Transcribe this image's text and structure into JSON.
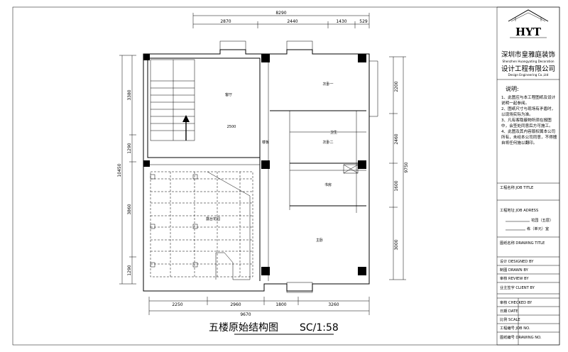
{
  "drawing": {
    "title": "五楼原始结构图",
    "scale": "SC/1:58"
  },
  "dimensions": {
    "top_total": "8290",
    "top_segments": [
      "2870",
      "2440",
      "1430",
      "529"
    ],
    "bottom_total": "9670",
    "bottom_segments": [
      "2250",
      "2960",
      "1800",
      "3260"
    ],
    "left_total": "10450",
    "left_segments": [
      "3380",
      "1290",
      "3860",
      "1290"
    ],
    "right_total": "9750",
    "right_segments": [
      "2200",
      "2460",
      "1600",
      "3000"
    ]
  },
  "rooms": {
    "living": "客厅",
    "bedroom1": "次卧一",
    "bedroom2": "次卧二",
    "bath": "卫生",
    "study": "书房",
    "terrace": "露台花园",
    "master": "主卧",
    "tag1": "2500",
    "tag2": "楼板"
  },
  "title_block": {
    "logo": "HYT",
    "company_name_1": "深圳市皇雅庭装饰",
    "company_en_1": "Shenzhen Huangyating Decoration",
    "company_name_2": "设计工程有限公司",
    "company_en_2": "Design Engineering Co.,Ltd",
    "notes_heading": "说明:",
    "notes": [
      "1、此图应与本工程图纸及设计说明一起参阅。",
      "2、图纸尺寸与现场有矛盾时，以现场实际为准。",
      "3、凡有客隐蔽物所须在报图中，会签处同意后方可施工。",
      "4、此图及其内容版权属本公司所有，未经本公司同意，不得擅自将任何施以翻印。"
    ],
    "project_name": "工程名称 JOB TITLE",
    "project_address": "工程地址 JOB ADRESS",
    "floor_label": "花园（五层）",
    "unit_label": "栋（单元）室",
    "drawing_name": "图纸名称 DRAWING TITLE",
    "designer": "设计 DESIGNED BY",
    "drafter": "制图 DRAWN  BY",
    "checker": "审核 REVIEW BY",
    "client": "业主签字 CLIENT BY",
    "review": "审核 CHECKED BY",
    "date": "日期   DATE",
    "scale_row": "比例   SCALE",
    "project_no": "工程编号 JOB NO.",
    "drawing_no": "图纸编号 DRAWING NO."
  }
}
